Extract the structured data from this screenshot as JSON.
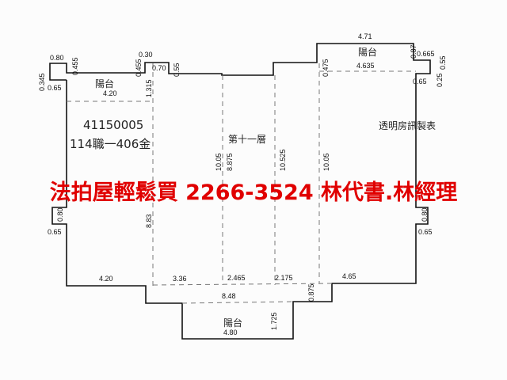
{
  "plan": {
    "floor_label": "第十一層",
    "case_number": "41150005",
    "case_code": "114職一406金",
    "maker": "透明房訊製表",
    "balcony_label": "陽台",
    "dimensions": {
      "top_left_bump_w": "0.80",
      "top_left_bump_h": "0.455",
      "left_0345": "0.345",
      "left_065": "0.65",
      "balcony_left_w": "4.20",
      "b030": "0.30",
      "b0455": "0.455",
      "b070": "0.70",
      "b055": "0.55",
      "b1315": "1.315",
      "top_right_w": "4.71",
      "tr_087": "0.87",
      "tr_0665": "0.665",
      "tr_055": "0.55",
      "tr_0475": "0.475",
      "tr_4635": "4.635",
      "tr_065": "0.65",
      "tr_025": "0.25",
      "v883": "8.83",
      "v1005a": "10.05",
      "v875": "8.875",
      "v10525": "10.525",
      "v1005b": "10.05",
      "left_bump_h": "0.80",
      "left_bump_w": "0.65",
      "right_bump_h": "0.80",
      "right_bump_w": "0.65",
      "bot_420": "4.20",
      "bot_336": "3.36",
      "bot_2465": "2.465",
      "bot_2175": "2.175",
      "bot_465": "4.65",
      "bot_848": "8.48",
      "bot_0875": "0.875",
      "bot_1725": "1.725",
      "bot_480": "4.80"
    }
  },
  "banner": "法拍屋輕鬆買  2266-3524  林代書.林經理"
}
